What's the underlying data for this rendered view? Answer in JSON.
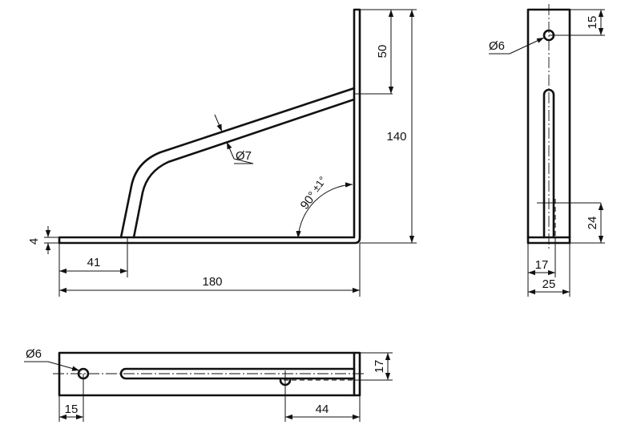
{
  "views": {
    "front": {
      "dimensions": {
        "thickness": "4",
        "foot_offset": "41",
        "overall_width": "180",
        "top_segment": "50",
        "overall_height": "140",
        "brace_diameter": "Ø7",
        "angle": "90°",
        "angle_tolerance": "±1°"
      }
    },
    "side": {
      "dimensions": {
        "hole_diameter": "Ø6",
        "hole_offset": "15",
        "slot_offset": "24",
        "slot_center": "17",
        "width": "25"
      }
    },
    "bottom": {
      "dimensions": {
        "hole_diameter": "Ø6",
        "hole_offset": "15",
        "slot_length": "44",
        "width": "17"
      }
    }
  },
  "colors": {
    "line": "#111111",
    "background": "#ffffff"
  }
}
